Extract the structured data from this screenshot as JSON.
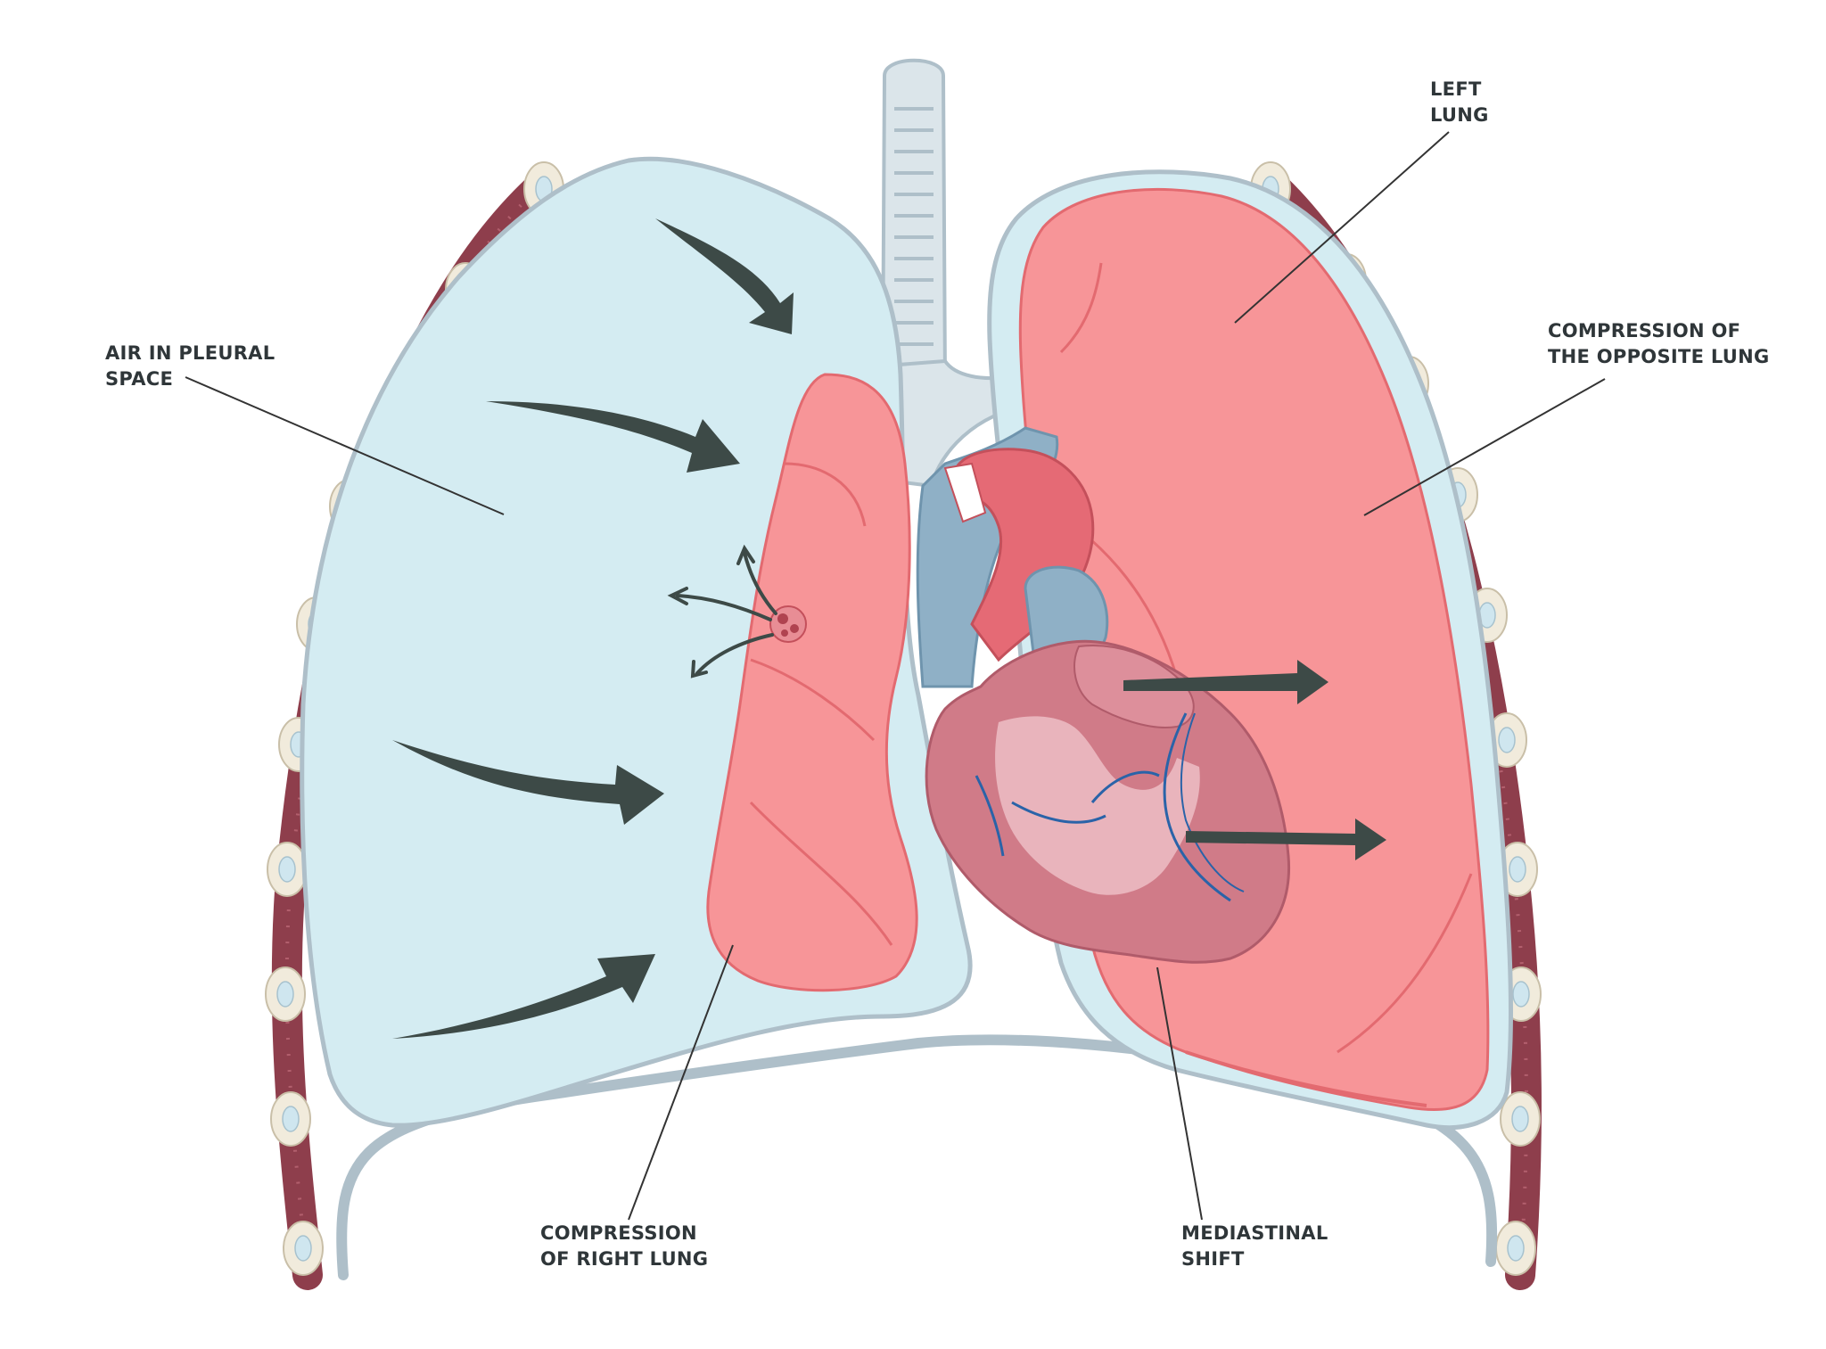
{
  "labels": {
    "left_lung": [
      "LEFT",
      "LUNG"
    ],
    "air_in_pleural_space": [
      "AIR IN PLEURAL",
      "SPACE"
    ],
    "compression_opposite_lung": [
      "COMPRESSION OF",
      "THE OPPOSITE LUNG"
    ],
    "compression_right_lung": [
      "COMPRESSION",
      "OF RIGHT LUNG"
    ],
    "mediastinal_shift": [
      "MEDIASTINAL",
      "SHIFT"
    ]
  },
  "colors": {
    "background": "#ffffff",
    "air_space": "#d4ecf2",
    "pleura_outline": "#aebfc9",
    "lung_pink": "#f79598",
    "lung_outline": "#e36a70",
    "heart": "#d07b88",
    "vessel_blue": "#8fb0c6",
    "rib": "#8e3e4c",
    "rib_cartilage": "#f1ebdc",
    "arrow": "#3d4a47",
    "label_text": "#2f3639",
    "leader_line": "#333333"
  }
}
